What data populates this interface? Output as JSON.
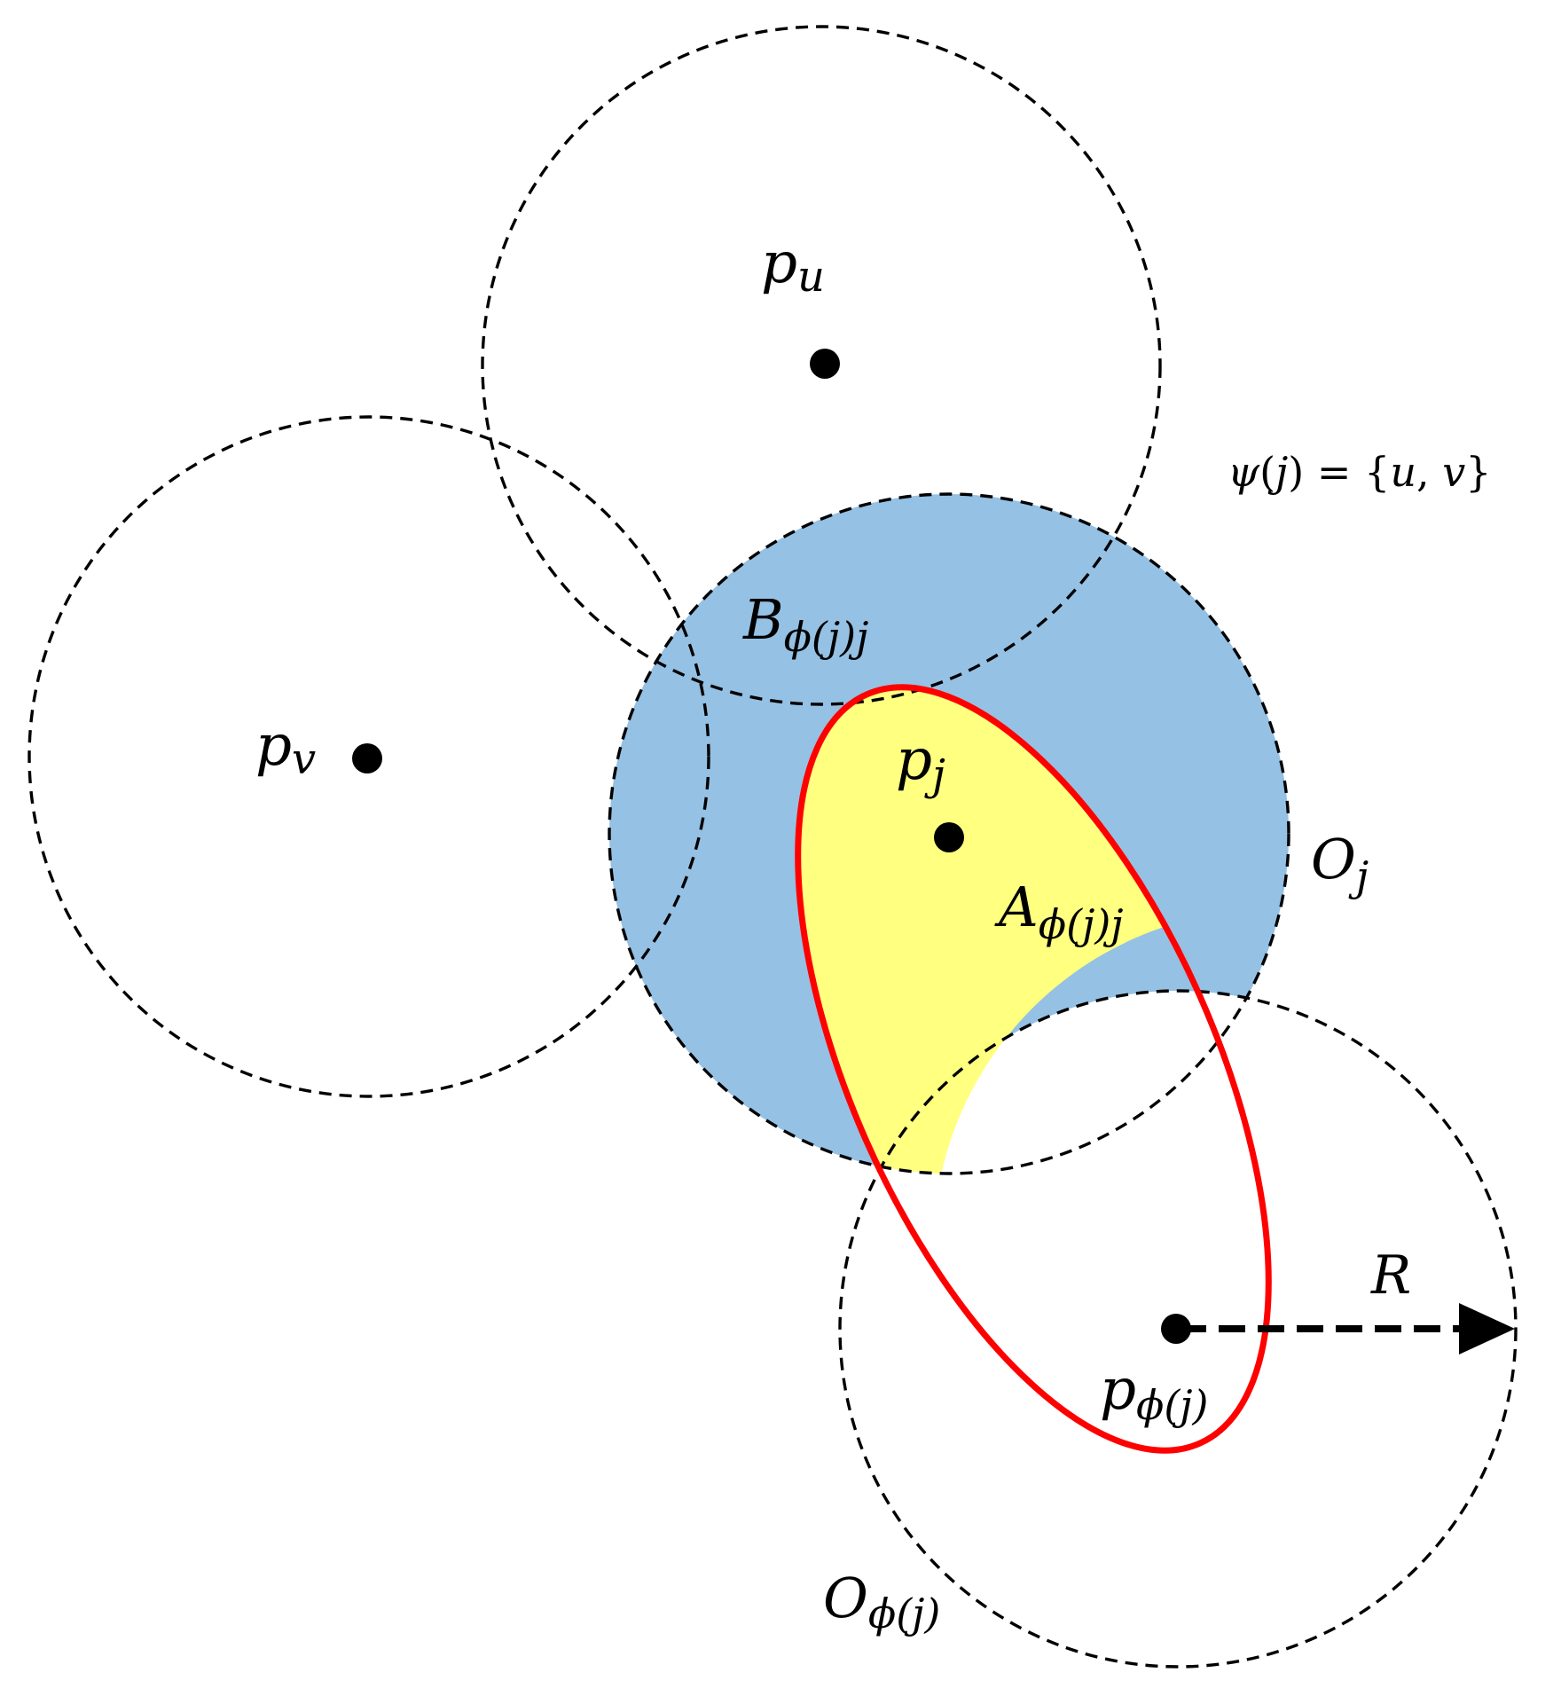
{
  "colors": {
    "region_B": "#95c1e4",
    "region_A": "#ffff80",
    "boundary": "#ff0000",
    "ink": "#000000"
  },
  "labels": {
    "p_u": {
      "main": "p",
      "sub": "u"
    },
    "p_v": {
      "main": "p",
      "sub": "v"
    },
    "p_j": {
      "main": "p",
      "sub": "j"
    },
    "p_phi": {
      "main": "p",
      "sub": "ϕ(j)"
    },
    "B": {
      "main": "B",
      "sub": "ϕ(j)j"
    },
    "A": {
      "main": "A",
      "sub": "ϕ(j)j"
    },
    "O_j": {
      "main": "O",
      "sub": "j"
    },
    "O_phi": {
      "main": "O",
      "sub": "ϕ(j)"
    },
    "R": "R",
    "psi": {
      "fn": "ψ",
      "open": "(",
      "arg": "j",
      "close": ")",
      "eq": " = {",
      "u": "u",
      "comma": ", ",
      "v": "v",
      "end": "}"
    }
  }
}
